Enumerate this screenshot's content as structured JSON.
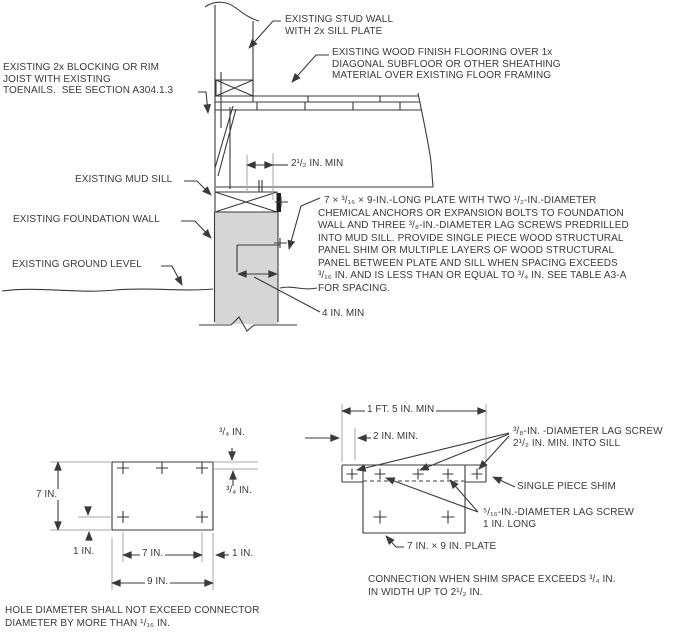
{
  "figure": {
    "title_hint": "Foundation sill plate retrofit connection detail",
    "colors": {
      "line": "#3a3a3a",
      "light_line": "#a5a5a5",
      "wall_fill": "#d6d6d6"
    },
    "section": {
      "label_stud_wall": "EXISTING STUD WALL\nWITH 2x SILL PLATE",
      "label_flooring": "EXISTING WOOD FINISH FLOORING OVER 1x\nDIAGONAL SUBFLOOR OR OTHER SHEATHING\nMATERIAL OVER EXISTING FLOOR FRAMING",
      "label_blocking": "EXISTING 2x BLOCKING OR RIM\nJOIST WITH EXISTING\nTOENAILS.  SEE SECTION A304.1.3",
      "label_mud_sill": "EXISTING MUD SILL",
      "label_foundation_wall": "EXISTING FOUNDATION WALL",
      "label_ground_level": "EXISTING GROUND LEVEL",
      "plate_note": "7 × ³/₁₆ × 9-IN.-LONG PLATE WITH TWO ¹/₂-IN.-DIAMETER\nCHEMICAL ANCHORS OR EXPANSION BOLTS TO FOUNDATION\nWALL AND THREE ³/₈-IN.-DIAMETER LAG SCREWS PREDRILLED\nINTO MUD SILL. PROVIDE SINGLE PIECE WOOD STRUCTURAL\nPANEL SHIM OR MULTIPLE LAYERS OF WOOD STRUCTURAL\nPANEL BETWEEN PLATE AND SILL WHEN SPACING EXCEEDS\n³/₁₆ IN. AND IS LESS THAN OR EQUAL TO ³/₄ IN. SEE TABLE A3-A\nFOR SPACING.",
      "dim_2_5": "2¹/₂ IN. MIN",
      "dim_4": "4 IN. MIN"
    },
    "plate_detail": {
      "dim_34_top": "³/₄ IN.",
      "dim_34_bot": "³/₄ IN.",
      "dim_7_vert": "7 IN.",
      "dim_1_left": "1 IN.",
      "dim_7_horiz": "7 IN.",
      "dim_1_right": "1 IN.",
      "dim_9": "9 IN.",
      "note": "HOLE DIAMETER SHALL NOT EXCEED CONNECTOR\nDIAMETER BY MORE THAN ¹/₁₆ IN."
    },
    "shim_detail": {
      "dim_1ft5": "1 FT. 5 IN. MIN",
      "dim_2": "2 IN. MIN.",
      "label_lag_38": "³/₈-IN. -DIAMETER LAG SCREW\n2¹/₂ IN. MIN. INTO SILL",
      "label_shim": "SINGLE PIECE SHIM",
      "label_lag_516": "⁵/₁₆-IN.-DIAMETER LAG SCREW\n1 IN. LONG",
      "label_plate": "7 IN. × 9 IN. PLATE",
      "caption": "CONNECTION WHEN SHIM SPACE EXCEEDS ³/₄ IN.\nIN WIDTH UP TO 2¹/₂ IN."
    }
  }
}
